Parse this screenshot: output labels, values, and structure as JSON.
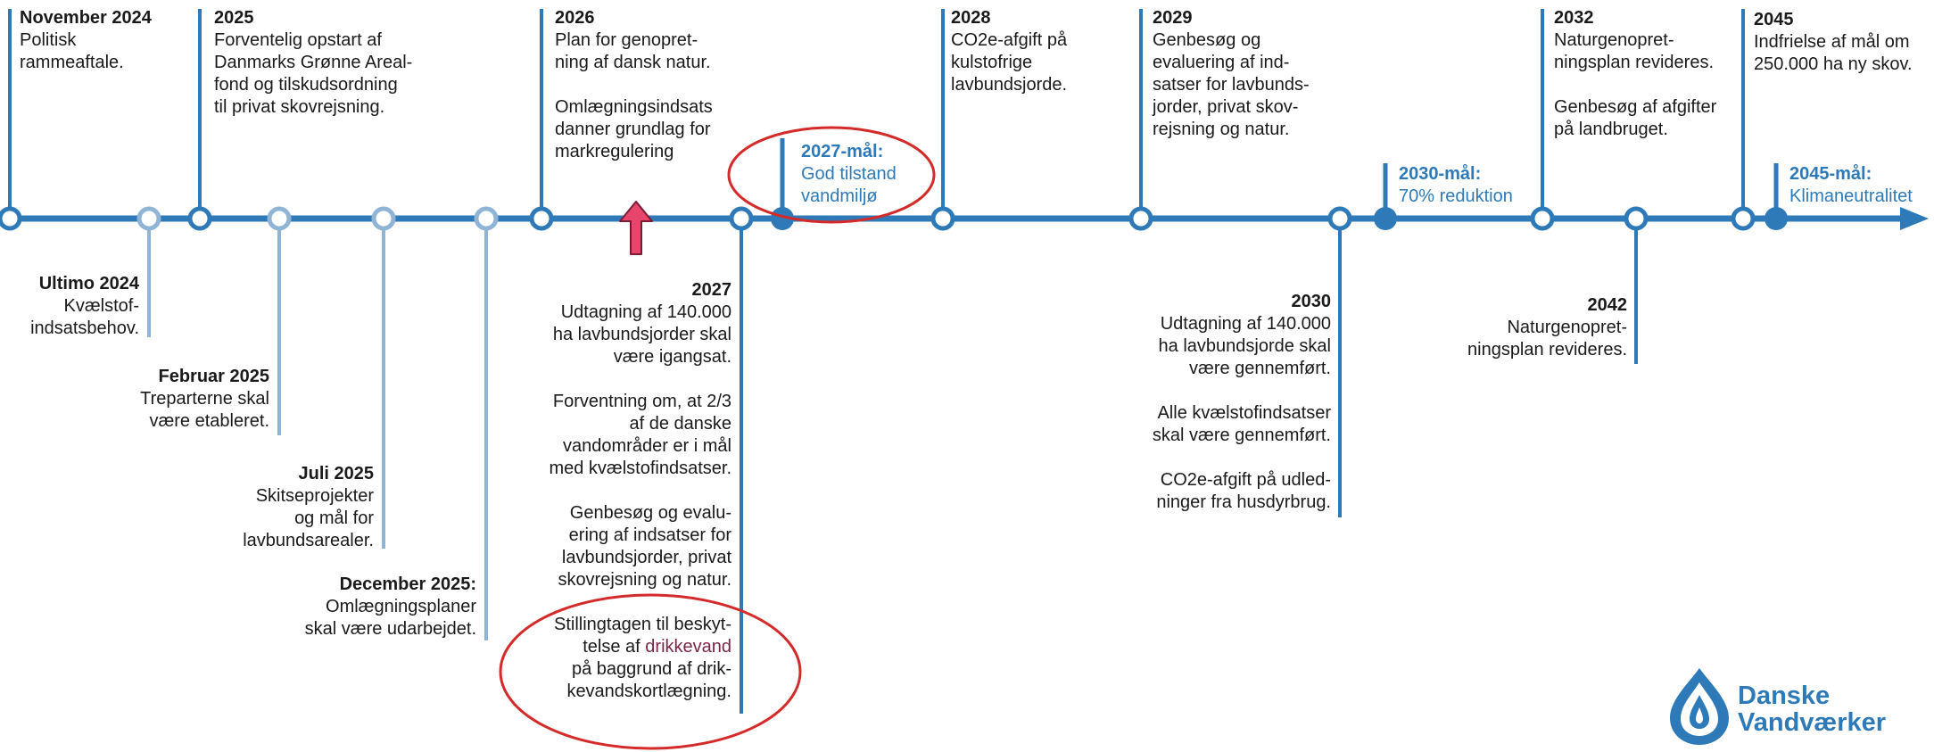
{
  "colors": {
    "axis": "#2e7ab8",
    "light": "#8fb4d6",
    "goal_text": "#2e7ab8",
    "highlight": "#d42a2a",
    "arrow": "#e8456d",
    "drinking_water": "#7a2548"
  },
  "top_events": [
    {
      "title": "November 2024",
      "body": [
        "Politisk\nrammeaftale."
      ]
    },
    {
      "title": "2025",
      "body": [
        "Forventelig opstart af\nDanmarks Grønne Areal-\nfond og tilskudsordning\ntil privat skovrejsning."
      ]
    },
    {
      "title": "2026",
      "body": [
        "Plan for genopret-\nning af dansk natur.",
        "Omlægningsindsats\ndanner grundlag for\nmarkregulering"
      ]
    },
    {
      "title": "2028",
      "body": [
        "CO2e-afgift på\nkulstofrige\nlavbundsjorde."
      ]
    },
    {
      "title": "2029",
      "body": [
        "Genbesøg og\nevaluering af ind-\nsatser for lavbunds-\njorder, privat skov-\nrejsning og natur."
      ]
    },
    {
      "title": "2032",
      "body": [
        "Naturgenopret-\nningsplan revideres.",
        "Genbesøg af afgifter\npå landbruget."
      ]
    },
    {
      "title": "2045",
      "body": [
        "Indfrielse af mål om\n250.000 ha ny skov."
      ]
    }
  ],
  "bottom_events": [
    {
      "title": "Ultimo 2024",
      "body": [
        "Kvælstof-\nindsatsbehov."
      ]
    },
    {
      "title": "Februar 2025",
      "body": [
        "Treparterne skal\nvære etableret."
      ]
    },
    {
      "title": "Juli 2025",
      "body": [
        "Skitseprojekter\nog mål for\nlavbundsarealer."
      ]
    },
    {
      "title": "December 2025:",
      "body": [
        "Omlægningsplaner\nskal være udarbejdet."
      ]
    },
    {
      "title": "2027",
      "body": [
        "Udtagning af 140.000\nha lavbundsjorder skal\nvære igangsat.",
        "Forventning om, at 2/3\naf de danske\nvandområder er i mål\nmed kvælstofindsatser.",
        "Genbesøg og evalu-\nering af indsatser for\nlavbundsjorder, privat\nskovrejsning og natur."
      ],
      "drinking_water": {
        "line1": "Stillingtagen til beskyt-",
        "pre": "telse af ",
        "highlight": "drikkevand",
        "rest": "på baggrund af drik-\nkevandskortlægning."
      }
    },
    {
      "title": "2030",
      "body": [
        "Udtagning af 140.000\nha lavbundsjorde skal\nvære gennemført.",
        "Alle kvælstofindsatser\nskal være gennemført.",
        "CO2e-afgift på udled-\nninger fra husdyrbrug."
      ]
    },
    {
      "title": "2042",
      "body": [
        "Naturgenopret-\nningsplan revideres."
      ]
    }
  ],
  "goals": [
    {
      "title": "2027-mål:",
      "body": "God tilstand\nvandmiljø"
    },
    {
      "title": "2030-mål:",
      "body": "70% reduktion"
    },
    {
      "title": "2045-mål:",
      "body": "Klimaneutralitet"
    }
  ],
  "logo": {
    "line1": "Danske",
    "line2": "Vandværker"
  }
}
